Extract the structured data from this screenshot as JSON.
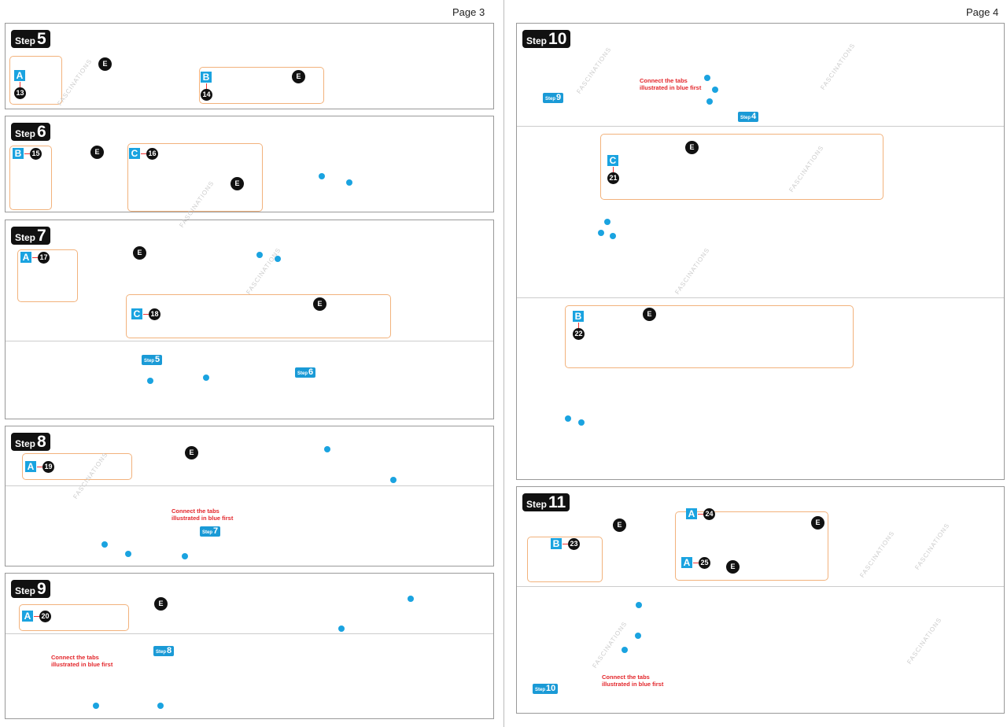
{
  "pages": {
    "left": "Page 3",
    "right": "Page 4"
  },
  "step_word": "Step",
  "steps": [
    {
      "id": "5",
      "parts": [
        {
          "letter": "A",
          "number": "13"
        },
        {
          "letter": "B",
          "number": "14"
        }
      ]
    },
    {
      "id": "6",
      "parts": [
        {
          "letter": "B",
          "number": "15"
        },
        {
          "letter": "C",
          "number": "16"
        }
      ]
    },
    {
      "id": "7",
      "parts": [
        {
          "letter": "A",
          "number": "17"
        },
        {
          "letter": "C",
          "number": "18"
        }
      ]
    },
    {
      "id": "8",
      "parts": [
        {
          "letter": "A",
          "number": "19"
        }
      ]
    },
    {
      "id": "9",
      "parts": [
        {
          "letter": "A",
          "number": "20"
        }
      ]
    },
    {
      "id": "10",
      "parts": [
        {
          "letter": "C",
          "number": "21"
        },
        {
          "letter": "B",
          "number": "22"
        }
      ]
    },
    {
      "id": "11",
      "parts": [
        {
          "letter": "B",
          "number": "23"
        },
        {
          "letter": "A",
          "number": "24"
        },
        {
          "letter": "A",
          "number": "25"
        }
      ]
    }
  ],
  "marker_label": "E",
  "note_text": {
    "line1": "Connect the tabs",
    "line2": "illustrated in blue first"
  },
  "step_refs": [
    "5",
    "6",
    "7",
    "8",
    "9",
    "4",
    "10"
  ],
  "watermark": "FASCINATIONS",
  "colors": {
    "orange": "#f28a1e",
    "blue": "#1aa3e0",
    "red": "#e3262b",
    "yellow": "#f4e21a",
    "gray": "#a8a8a8"
  }
}
